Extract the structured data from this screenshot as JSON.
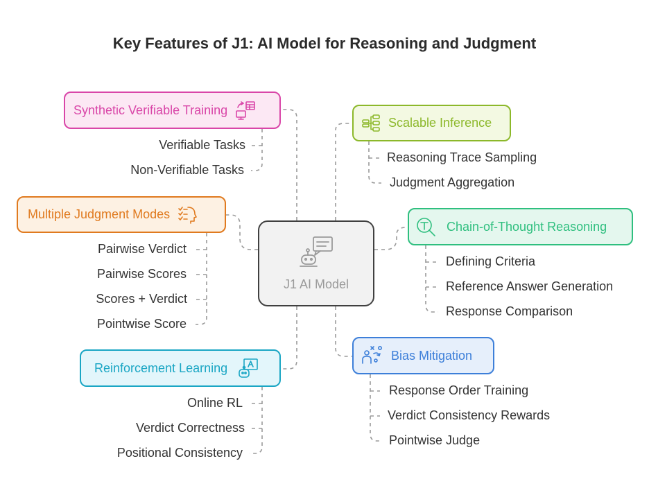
{
  "title": "Key Features of J1: AI Model for Reasoning and Judgment",
  "center": {
    "label": "J1 AI Model",
    "icon": "robot-chat-icon"
  },
  "branches": {
    "synthetic": {
      "label": "Synthetic Verifiable Training",
      "icon": "devices-sync-icon",
      "color": "#d946a8",
      "children": [
        "Verifiable Tasks",
        "Non-Verifiable Tasks"
      ]
    },
    "judgment": {
      "label": "Multiple Judgment Modes",
      "icon": "head-checklist-icon",
      "color": "#e07a1f",
      "children": [
        "Pairwise Verdict",
        "Pairwise Scores",
        "Scores + Verdict",
        "Pointwise Score"
      ]
    },
    "reinforcement": {
      "label": "Reinforcement Learning",
      "icon": "learning-board-icon",
      "color": "#1aa6c4",
      "children": [
        "Online RL",
        "Verdict Correctness",
        "Positional Consistency"
      ]
    },
    "scalable": {
      "label": "Scalable Inference",
      "icon": "flow-stack-icon",
      "color": "#8cb82a",
      "children": [
        "Reasoning Trace Sampling",
        "Judgment Aggregation"
      ]
    },
    "cot": {
      "label": "Chain-of-Thought Reasoning",
      "icon": "reasoning-magnifier-icon",
      "color": "#2fbf7f",
      "children": [
        "Defining Criteria",
        "Reference Answer Generation",
        "Response Comparison"
      ]
    },
    "bias": {
      "label": "Bias Mitigation",
      "icon": "person-strategy-icon",
      "color": "#3d7fd9",
      "children": [
        "Response Order Training",
        "Verdict Consistency Rewards",
        "Pointwise Judge"
      ]
    }
  }
}
